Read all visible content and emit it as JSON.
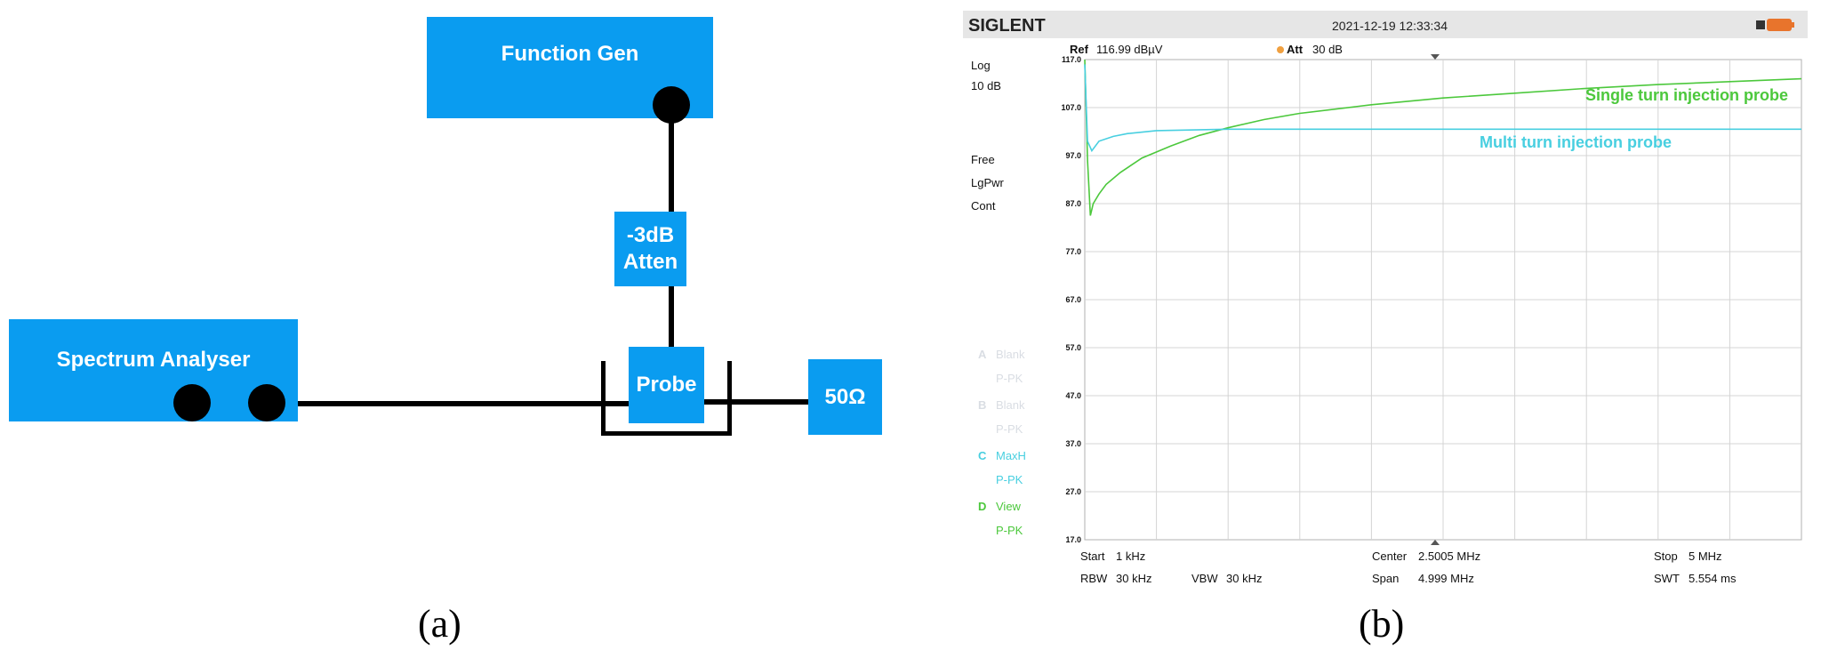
{
  "panel_a": {
    "caption": "(a)",
    "blocks": {
      "function_gen": "Function Gen",
      "attenuator_line1": "-3dB",
      "attenuator_line2": "Atten",
      "probe": "Probe",
      "spectrum_analyser": "Spectrum Analyser",
      "termination": "50Ω"
    },
    "colors": {
      "block": "#0a9cf0",
      "wire": "#000000"
    }
  },
  "panel_b": {
    "caption": "(b)",
    "brand": "SIGLENT",
    "datetime": "2021-12-19 12:33:34",
    "header": {
      "ref_label": "Ref",
      "ref_value": "116.99 dBµV",
      "att_label": "Att",
      "att_value": "30 dB"
    },
    "left_info": {
      "scale": "Log",
      "div": "10 dB",
      "mode1": "Free",
      "mode2": "LgPwr",
      "mode3": "Cont"
    },
    "traces": [
      {
        "letter": "A",
        "state": "Blank",
        "detector": "P-PK",
        "color": "#d9dde3"
      },
      {
        "letter": "B",
        "state": "Blank",
        "detector": "P-PK",
        "color": "#d9dde3"
      },
      {
        "letter": "C",
        "state": "MaxH",
        "detector": "P-PK",
        "color": "#48cfe0"
      },
      {
        "letter": "D",
        "state": "View",
        "detector": "P-PK",
        "color": "#4cc83c"
      }
    ],
    "footer": {
      "start_label": "Start",
      "start_value": "1 kHz",
      "center_label": "Center",
      "center_value": "2.5005 MHz",
      "stop_label": "Stop",
      "stop_value": "5 MHz",
      "rbw_label": "RBW",
      "rbw_value": "30 kHz",
      "vbw_label": "VBW",
      "vbw_value": "30 kHz",
      "span_label": "Span",
      "span_value": "4.999 MHz",
      "swt_label": "SWT",
      "swt_value": "5.554 ms"
    }
  },
  "chart_data": {
    "type": "line",
    "x_unit": "MHz",
    "y_unit": "dBµV",
    "xlim": [
      0.001,
      5
    ],
    "ylim": [
      17,
      117
    ],
    "y_ticks": [
      "117.0",
      "107.0",
      "97.0",
      "87.0",
      "77.0",
      "67.0",
      "57.0",
      "47.0",
      "37.0",
      "27.0",
      "17.0"
    ],
    "grid": true,
    "series": [
      {
        "name": "Single turn injection probe",
        "color": "#4cc83c",
        "x": [
          0.001,
          0.02,
          0.04,
          0.06,
          0.1,
          0.15,
          0.25,
          0.4,
          0.6,
          0.8,
          1.0,
          1.25,
          1.5,
          2.0,
          2.5,
          3.0,
          3.5,
          4.0,
          4.5,
          5.0
        ],
        "y": [
          117,
          96,
          84.5,
          87,
          89,
          91,
          93.5,
          96.5,
          99,
          101.2,
          102.8,
          104.5,
          105.8,
          107.6,
          109.0,
          110.0,
          111.0,
          111.8,
          112.4,
          113.0
        ]
      },
      {
        "name": "Multi turn injection probe",
        "color": "#48cfe0",
        "x": [
          0.001,
          0.02,
          0.05,
          0.1,
          0.2,
          0.3,
          0.5,
          1.0,
          2.0,
          3.0,
          4.0,
          5.0
        ],
        "y": [
          116,
          100,
          98,
          100,
          101,
          101.6,
          102.2,
          102.5,
          102.5,
          102.5,
          102.5,
          102.5
        ]
      }
    ]
  }
}
